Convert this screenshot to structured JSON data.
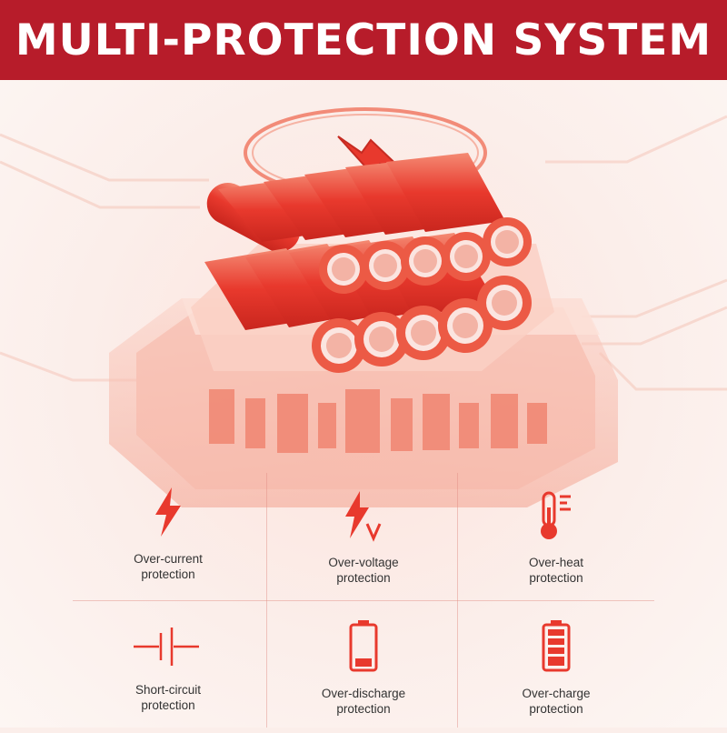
{
  "banner": {
    "title": "MULTI-PROTECTION SYSTEM"
  },
  "colors": {
    "brand": "#b71c2a",
    "accent": "#e8392d",
    "cell": "#ec5a45"
  },
  "features": [
    {
      "line1": "Over-current",
      "line2": "protection",
      "icon": "lightning-icon"
    },
    {
      "line1": "Over-voltage",
      "line2": "protection",
      "icon": "voltage-icon"
    },
    {
      "line1": "Over-heat",
      "line2": "protection",
      "icon": "thermometer-icon"
    },
    {
      "line1": "Short-circuit",
      "line2": "protection",
      "icon": "short-circuit-icon"
    },
    {
      "line1": "Over-discharge",
      "line2": "protection",
      "icon": "battery-low-icon"
    },
    {
      "line1": "Over-charge",
      "line2": "protection",
      "icon": "battery-full-icon"
    }
  ]
}
